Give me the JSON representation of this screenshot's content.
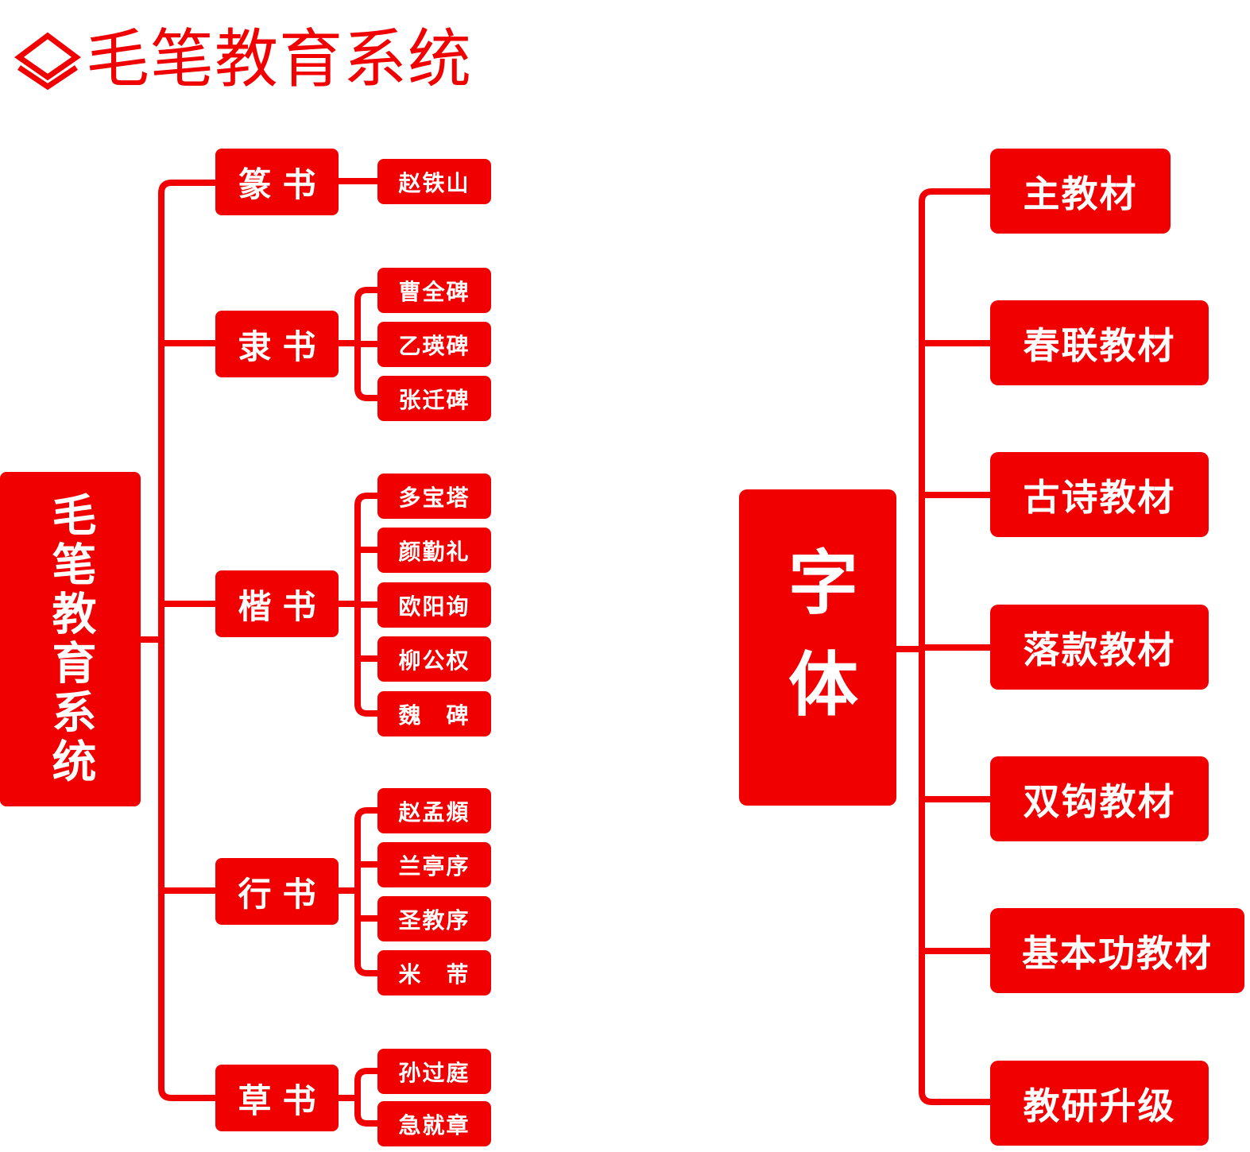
{
  "header": {
    "logo_icon": "layers-icon",
    "title": "毛笔教育系统"
  },
  "colors": {
    "accent": "#f00000",
    "text_on_accent": "#ffffff",
    "background": "#ffffff"
  },
  "left_tree": {
    "root": "毛笔教育系统",
    "categories": [
      {
        "label": "篆书",
        "items": [
          "赵铁山"
        ]
      },
      {
        "label": "隶书",
        "items": [
          "曹全碑",
          "乙瑛碑",
          "张迁碑"
        ]
      },
      {
        "label": "楷书",
        "items": [
          "多宝塔",
          "颜勤礼",
          "欧阳询",
          "柳公权",
          "魏　碑"
        ]
      },
      {
        "label": "行书",
        "items": [
          "赵孟頫",
          "兰亭序",
          "圣教序",
          "米　芾"
        ]
      },
      {
        "label": "草书",
        "items": [
          "孙过庭",
          "急就章"
        ]
      }
    ]
  },
  "right_tree": {
    "root": "字体",
    "items": [
      "主教材",
      "春联教材",
      "古诗教材",
      "落款教材",
      "双钩教材",
      "基本功教材",
      "教研升级"
    ]
  }
}
